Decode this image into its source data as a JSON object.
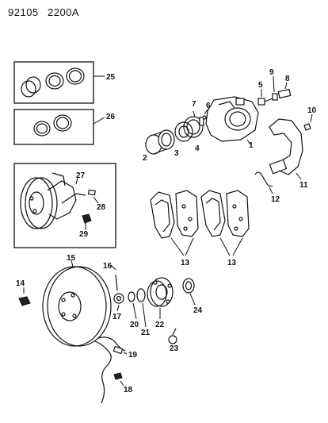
{
  "header": {
    "code_left": "92105",
    "code_right": "2200A"
  },
  "callouts": {
    "c1": "1",
    "c2": "2",
    "c3": "3",
    "c4": "4",
    "c5": "5",
    "c6": "6",
    "c7": "7",
    "c8": "8",
    "c9": "9",
    "c10": "10",
    "c11": "11",
    "c12": "12",
    "c13a": "13",
    "c13b": "13",
    "c14": "14",
    "c15": "15",
    "c16": "16",
    "c17": "17",
    "c18": "18",
    "c19": "19",
    "c20": "20",
    "c21": "21",
    "c22": "22",
    "c23": "23",
    "c24": "24",
    "c25": "25",
    "c26": "26",
    "c27": "27",
    "c28": "28",
    "c29": "29"
  }
}
